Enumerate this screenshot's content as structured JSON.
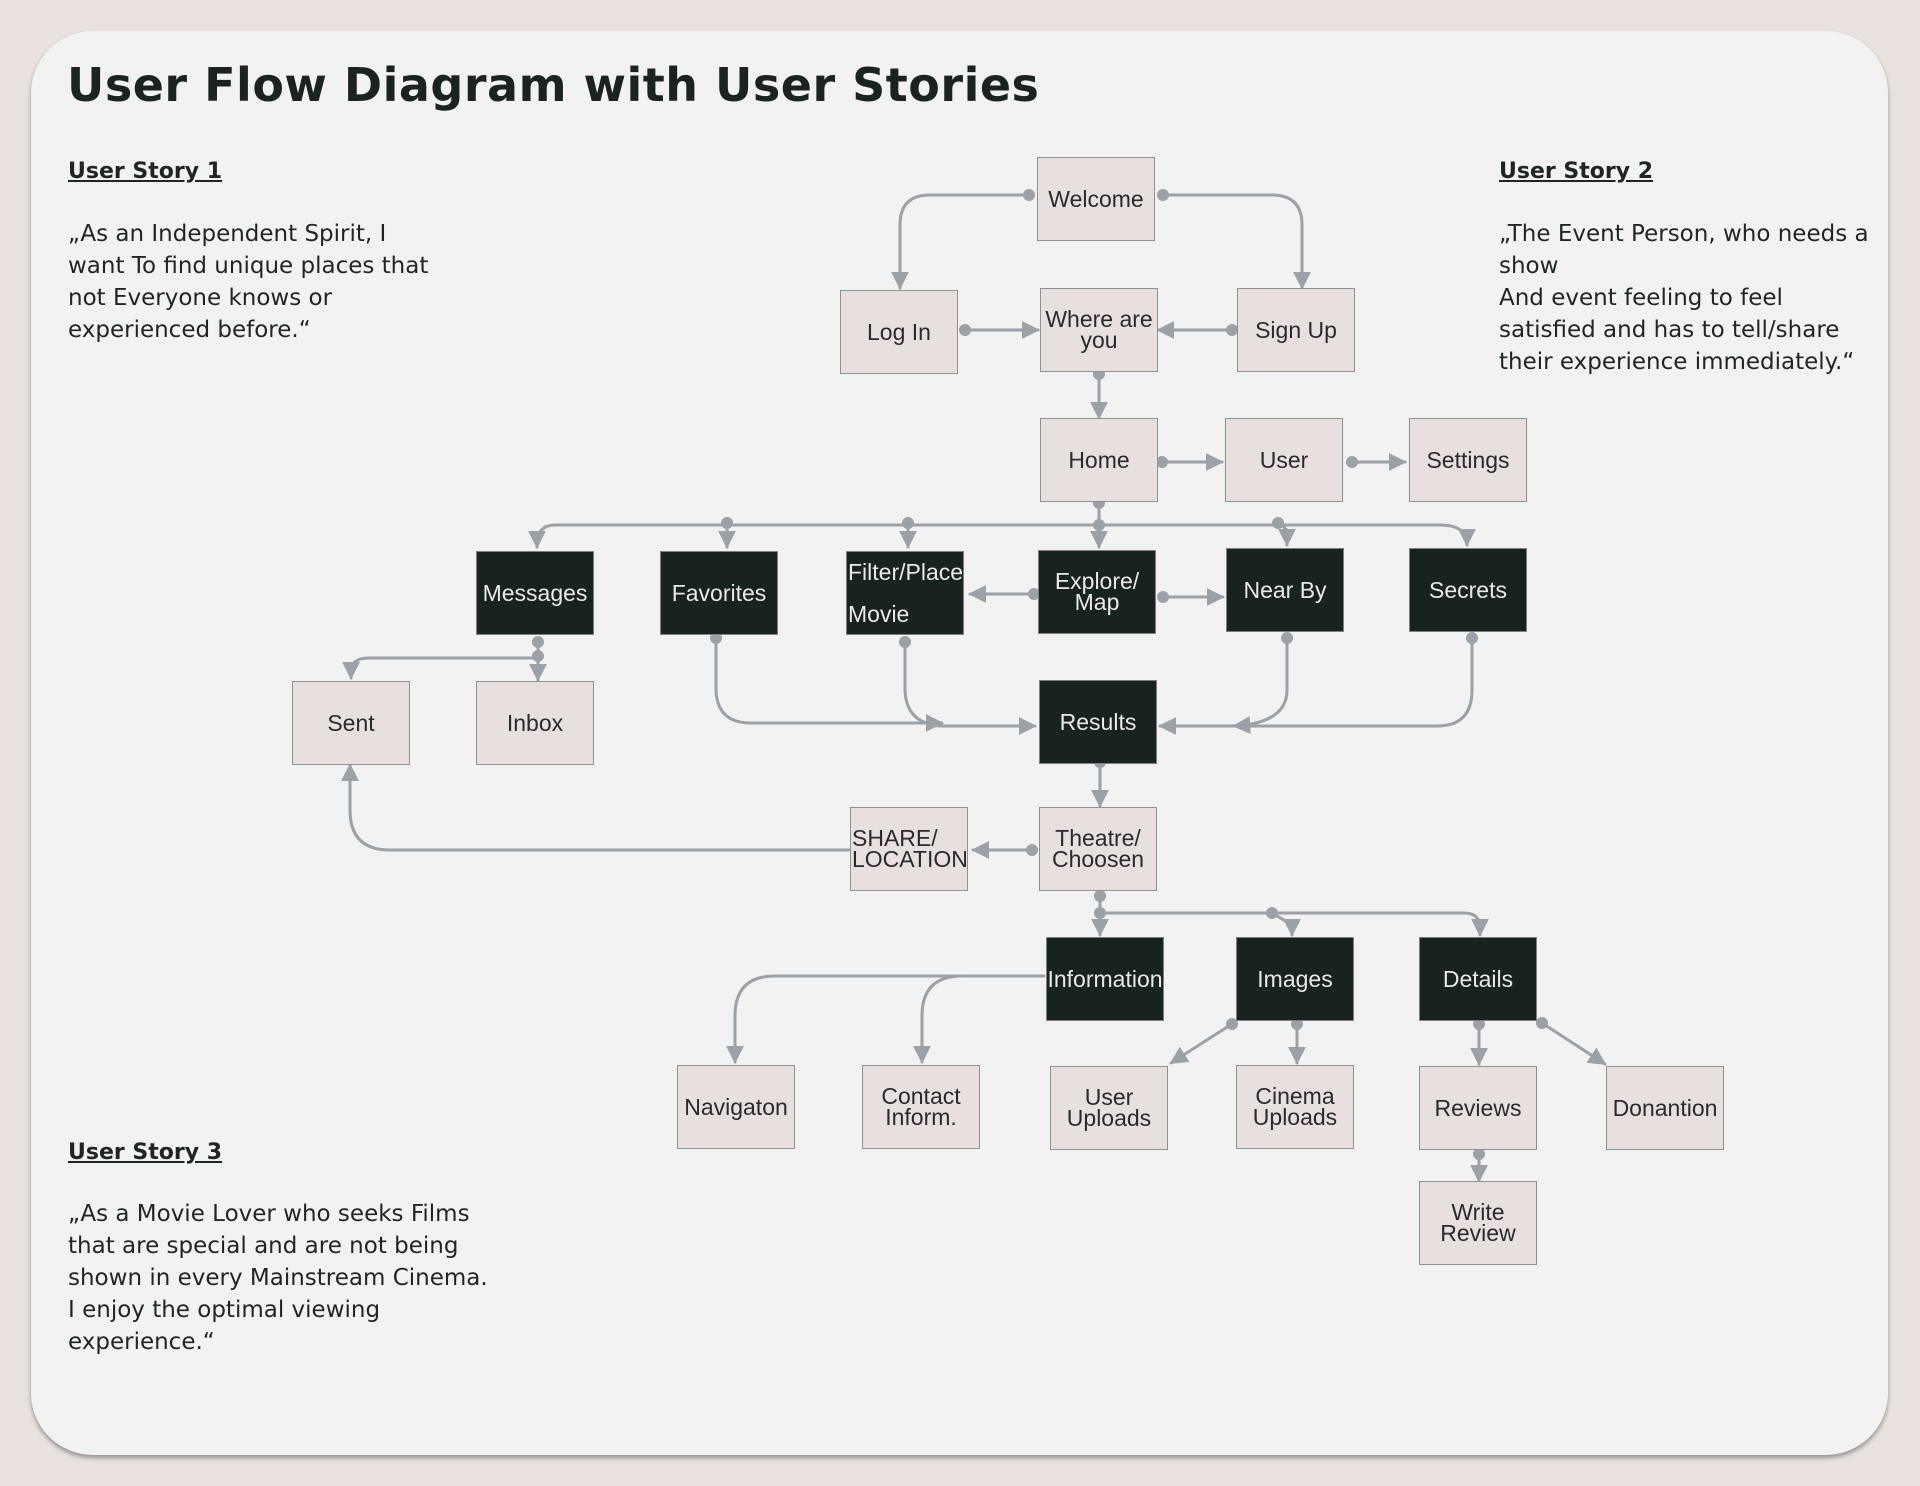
{
  "title": "User Flow Diagram with User Stories",
  "stories": [
    {
      "heading": "User Story 1",
      "text": "„As an Independent Spirit, I\nwant To find unique places that\nnot Everyone knows or\nexperienced before.“"
    },
    {
      "heading": "User Story 2",
      "text": "„The Event Person, who needs a\nshow\nAnd event feeling to feel\nsatisfied and has to tell/share\ntheir experience immediately.“"
    },
    {
      "heading": "User Story 3",
      "text": "„As a Movie Lover who seeks Films\nthat are special and are not being\nshown in every Mainstream Cinema.\nI enjoy the optimal viewing\nexperience.“"
    }
  ],
  "nodes": {
    "welcome": "Welcome",
    "login": "Log In",
    "where": "Where are\nyou",
    "signup": "Sign Up",
    "home": "Home",
    "user": "User",
    "settings": "Settings",
    "messages": "Messages",
    "favorites": "Favorites",
    "filter": "Filter/Place\nMovie",
    "explore": "Explore/\nMap",
    "nearby": "Near By",
    "secrets": "Secrets",
    "sent": "Sent",
    "inbox": "Inbox",
    "results": "Results",
    "share": "SHARE/\nLOCATION",
    "theatre": "Theatre/\nChoosen",
    "information": "Information",
    "images": "Images",
    "details": "Details",
    "navigation": "Navigaton",
    "contact": "Contact\nInform.",
    "useruploads": "User\nUploads",
    "cinemauploads": "Cinema\nUploads",
    "reviews": "Reviews",
    "donation": "Donantion",
    "writereview": "Write\nReview"
  },
  "colors": {
    "background": "#e8e1de",
    "card": "#f2f2f2",
    "node_light": "#e8e0de",
    "node_dark": "#182221",
    "connector": "#9ba1a6",
    "text_dark": "#1a2322"
  }
}
